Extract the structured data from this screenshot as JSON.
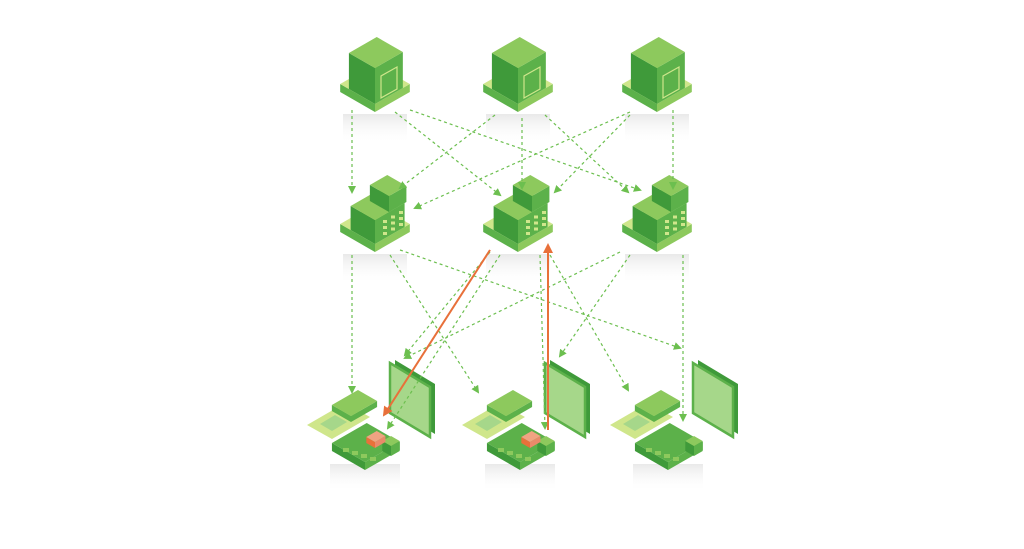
{
  "colors": {
    "background": "#ffffff",
    "dark_green": "#3f9a3a",
    "mid_green": "#5cb14a",
    "light_green": "#8dc95d",
    "pale_green": "#cfe68b",
    "dashed_edge": "#6cbf4f",
    "highlight_edge": "#e8703a",
    "chip": "#e98a6a"
  },
  "nodes": [
    {
      "id": "warehouse-1",
      "tier": "top",
      "icon": "warehouse-icon"
    },
    {
      "id": "warehouse-2",
      "tier": "top",
      "icon": "warehouse-icon"
    },
    {
      "id": "warehouse-3",
      "tier": "top",
      "icon": "warehouse-icon"
    },
    {
      "id": "building-1",
      "tier": "middle",
      "icon": "office-building-icon"
    },
    {
      "id": "building-2",
      "tier": "middle",
      "icon": "office-building-icon"
    },
    {
      "id": "building-3",
      "tier": "middle",
      "icon": "office-building-icon"
    },
    {
      "id": "device-1",
      "tier": "bottom",
      "icon": "exploded-device-icon"
    },
    {
      "id": "device-2",
      "tier": "bottom",
      "icon": "exploded-device-icon"
    },
    {
      "id": "device-3",
      "tier": "bottom",
      "icon": "exploded-device-icon"
    }
  ],
  "edges": [
    {
      "from": "warehouse-1",
      "to": "building-1",
      "style": "dashed"
    },
    {
      "from": "warehouse-1",
      "to": "building-2",
      "style": "dashed"
    },
    {
      "from": "warehouse-1",
      "to": "building-3",
      "style": "dashed"
    },
    {
      "from": "warehouse-2",
      "to": "building-1",
      "style": "dashed"
    },
    {
      "from": "warehouse-2",
      "to": "building-2",
      "style": "dashed"
    },
    {
      "from": "warehouse-2",
      "to": "building-3",
      "style": "dashed"
    },
    {
      "from": "warehouse-3",
      "to": "building-1",
      "style": "dashed"
    },
    {
      "from": "warehouse-3",
      "to": "building-2",
      "style": "dashed"
    },
    {
      "from": "warehouse-3",
      "to": "building-3",
      "style": "dashed"
    },
    {
      "from": "building-1",
      "to": "device-1",
      "style": "dashed"
    },
    {
      "from": "building-1",
      "to": "device-2",
      "style": "dashed"
    },
    {
      "from": "building-1",
      "to": "device-3",
      "style": "dashed"
    },
    {
      "from": "building-2",
      "to": "device-1",
      "style": "dashed"
    },
    {
      "from": "building-2",
      "to": "device-1",
      "style": "dashed"
    },
    {
      "from": "building-2",
      "to": "device-2",
      "style": "dashed"
    },
    {
      "from": "building-2",
      "to": "device-3",
      "style": "dashed"
    },
    {
      "from": "building-3",
      "to": "device-2",
      "style": "dashed"
    },
    {
      "from": "building-3",
      "to": "device-1",
      "style": "dashed"
    },
    {
      "from": "building-3",
      "to": "device-3",
      "style": "dashed"
    },
    {
      "from": "building-2",
      "to": "device-1",
      "style": "highlight"
    },
    {
      "from": "device-2",
      "to": "building-2",
      "style": "highlight"
    }
  ]
}
